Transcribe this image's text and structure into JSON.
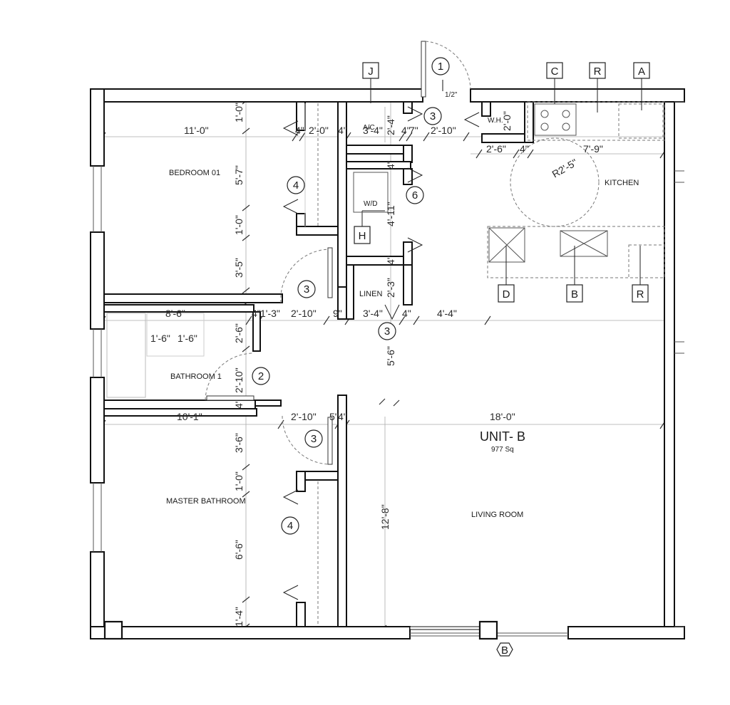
{
  "rooms": {
    "bedroom": "BEDROOM 01",
    "bathroom": "BATHROOM 1",
    "master_bathroom": "MASTER BATHROOM",
    "living_room": "LIVING ROOM",
    "kitchen": "KITCHEN",
    "linen": "LINEN",
    "ac": "A/C",
    "wd": "W/D",
    "wh": "W.H."
  },
  "unit": {
    "name": "UNIT- B",
    "area": "977 Sq"
  },
  "tags": {
    "j": "J",
    "c": "C",
    "r_top": "R",
    "a": "A",
    "h": "H",
    "d": "D",
    "b_kitchen": "B",
    "r_kitchen": "R",
    "b_bottom": "B"
  },
  "door_numbers": {
    "entry": "1",
    "ac_closet": "3",
    "bedroom_closet": "4",
    "wd_closet": "6",
    "bedroom_door": "3",
    "linen_door": "3",
    "bathroom_door": "2",
    "master_door": "3",
    "master_closet": "4"
  },
  "dimensions": {
    "entry_half": "1/2\"",
    "bedroom_width": "11'-0\"",
    "bed_top_1": "1'-0\"",
    "bed_h_main": "5'-7\"",
    "bed_mid_1": "1'-0\"",
    "bed_h_low": "3'-5\"",
    "closet_4a": "4\"",
    "closet_2_0": "2'-0\"",
    "closet_4b": "4\"",
    "ac_width": "3'-4\"",
    "ac_2_4": "2'-4\"",
    "ac_4": "4\"",
    "ac_7": "7\"",
    "hall_2_10": "2'-10\"",
    "wh_2_0": "2'-0\"",
    "k_2_6": "2'-6\"",
    "k_4": "4\"",
    "k_7_9": "7'-9\"",
    "k_r": "R2'-5\"",
    "wd_4_11": "4'-11\"",
    "wd_4": "4\"",
    "linen_2_3": "2'-3\"",
    "linen_4": "4\"",
    "bath_8_6": "8'-6\"",
    "bath_4": "4\"",
    "bath_1_3": "1'-3\"",
    "bath_door_2_10": "2'-10\"",
    "bath_9": "9\"",
    "linen_3_4": "3'-4\"",
    "linen_4b": "4\"",
    "hall_4_4": "4'-4\"",
    "bath_1_6a": "1'-6\"",
    "bath_1_6b": "1'-6\"",
    "bath_2_6": "2'-6\"",
    "bath_2_10": "2'-10\"",
    "bath_4b": "4\"",
    "hall_5_6": "5'-6\"",
    "mb_10_1": "10'-1\"",
    "mb_door_2_10": "2'-10\"",
    "mb_5": "5\"",
    "mb_4": "4\"",
    "living_18_0": "18'-0\"",
    "mb_3_6": "3'-6\"",
    "mb_1_0": "1'-0\"",
    "mb_6_6": "6'-6\"",
    "mb_1_4": "1'-4\"",
    "living_12_8": "12'-8\""
  }
}
